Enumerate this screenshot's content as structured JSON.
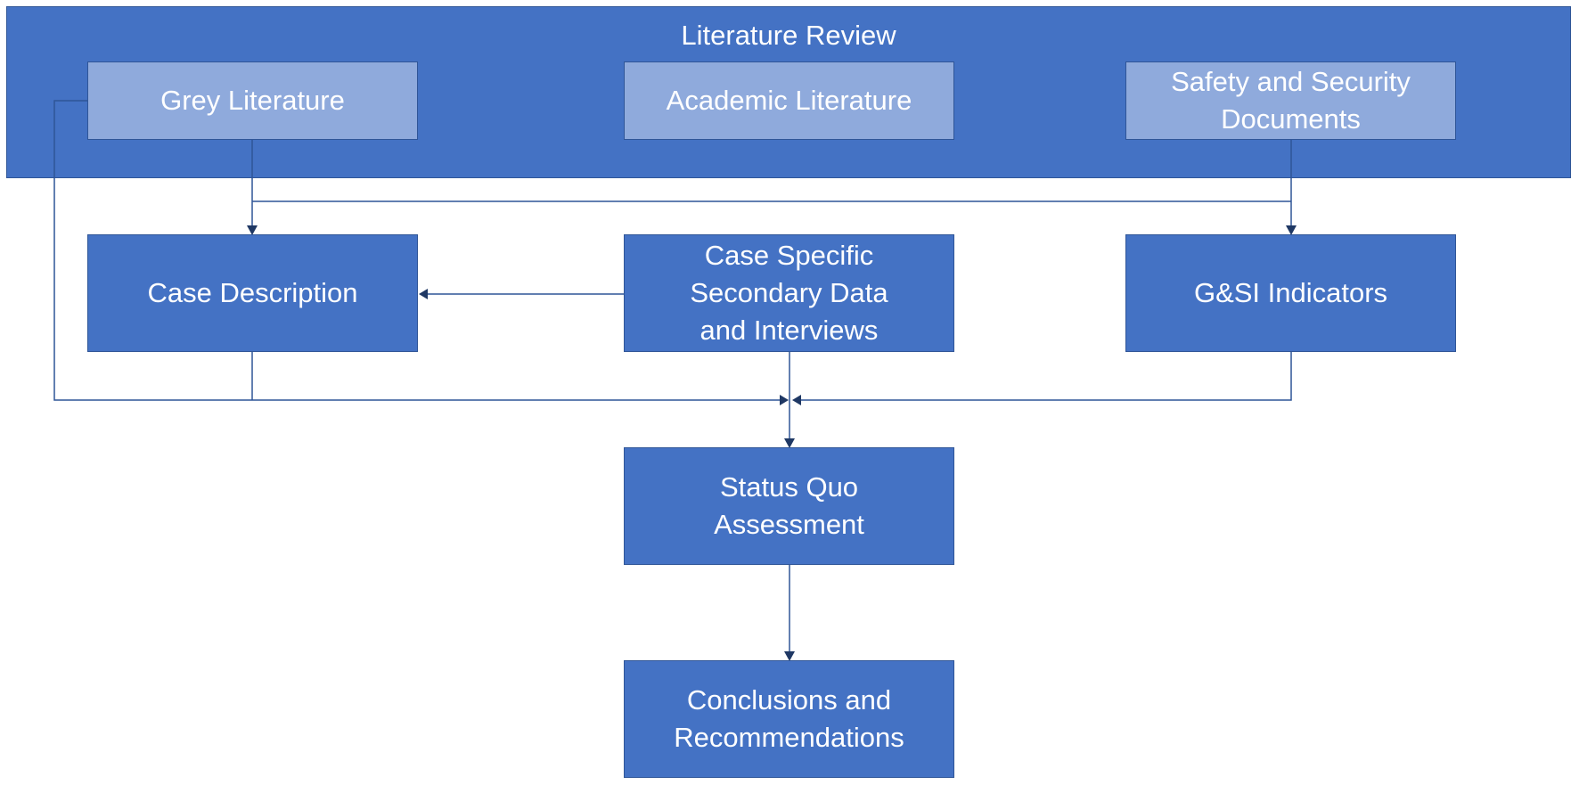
{
  "literature_review": {
    "title": "Literature Review",
    "sources": [
      {
        "label": "Grey Literature"
      },
      {
        "label": "Academic Literature"
      },
      {
        "label": "Safety and Security\nDocuments"
      }
    ]
  },
  "nodes": {
    "case_description": "Case Description",
    "case_specific": "Case Specific\nSecondary Data\nand Interviews",
    "gsi_indicators": "G&SI Indicators",
    "status_quo": "Status Quo\nAssessment",
    "conclusions": "Conclusions and\nRecommendations"
  },
  "colors": {
    "box_dark": "#4472c4",
    "box_light": "#8faadc",
    "border": "#2f5597",
    "arrowhead": "#1f3864",
    "text": "#ffffff"
  }
}
